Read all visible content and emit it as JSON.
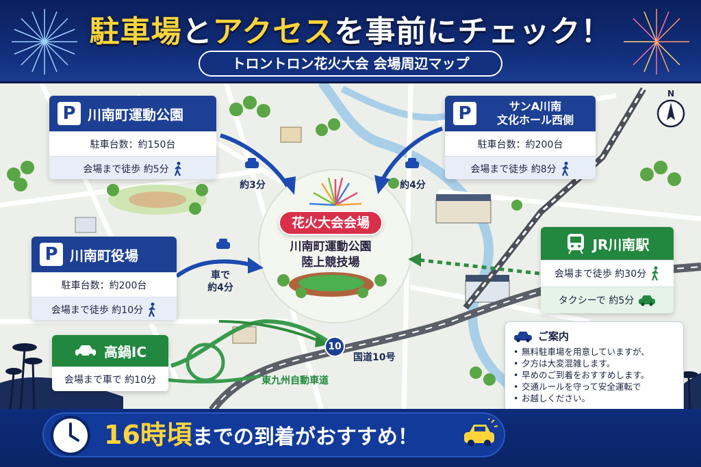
{
  "header": {
    "title_part1": "駐車場",
    "title_part2": "と",
    "title_part3": "アクセス",
    "title_part4": "を事前にチェック！",
    "subtitle": "トロントロン花火大会 会場周辺マップ"
  },
  "compass": {
    "label": "N"
  },
  "parking": [
    {
      "name": "川南町運動公園",
      "capacity": "駐車台数：約150台",
      "walk": "会場まで徒歩 約5分",
      "drive_time": "約3分"
    },
    {
      "name": "サンA川南\n文化ホール西側",
      "name_line1": "サンA川南",
      "name_line2": "文化ホール西側",
      "capacity": "駐車台数：約200台",
      "walk": "会場まで徒歩 約8分",
      "drive_time": "約4分"
    },
    {
      "name": "川南町役場",
      "capacity": "駐車台数：約200台",
      "walk": "会場まで徒歩 約10分",
      "drive_time_line1": "車で",
      "drive_time_line2": "約4分"
    }
  ],
  "venue": {
    "label": "花火大会会場",
    "sub_line1": "川南町運動公園",
    "sub_line2": "陸上競技場"
  },
  "station": {
    "name": "JR川南駅",
    "walk": "会場まで徒歩 約30分",
    "taxi": "タクシーで 約5分"
  },
  "ic": {
    "name": "高鍋IC",
    "drive": "会場まで車で 約10分"
  },
  "roads": {
    "route10_badge": "10",
    "route10_label": "国道10号",
    "expressway_label": "東九州自動車道"
  },
  "notice": {
    "title": "ご案内",
    "items": [
      "無料駐車場を用意していますが、",
      "夕方は大変混雑します。",
      "早めのご到着をおすすめします。",
      "交通ルールを守って安全運転で",
      "お越しください。"
    ]
  },
  "banner": {
    "highlight": "16時頃",
    "rest": "までの到着がおすすめ！"
  },
  "colors": {
    "navy": "#12307e",
    "accent_gold": "#ffd43b",
    "venue_red": "#d9304a",
    "parking_blue": "#1d3f94",
    "station_green": "#22873f"
  }
}
